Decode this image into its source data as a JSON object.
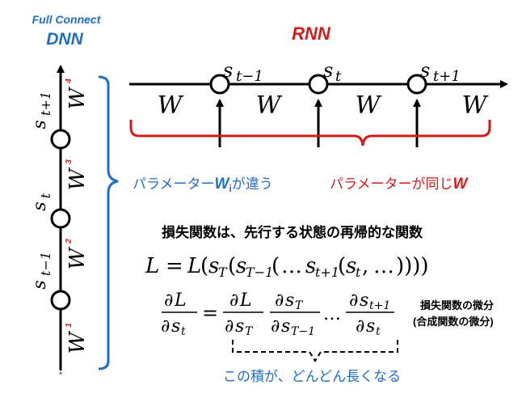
{
  "dnn": {
    "caption_line1": "Full Connect",
    "caption_line2": "DNN",
    "weights": [
      "W",
      "W",
      "W",
      "W"
    ],
    "weight_subs": [
      "1",
      "2",
      "3",
      "4"
    ],
    "state_labels": [
      "s",
      "s",
      "s"
    ],
    "state_subs": [
      "t−1",
      "t",
      "t+1"
    ],
    "bottom_mark": "ˆ",
    "bracket_text_prefix": "パラメーター",
    "bracket_text_symbol": "W",
    "bracket_text_sub": "i",
    "bracket_text_suffix": "が違う"
  },
  "rnn": {
    "title": "RNN",
    "weight": "W",
    "state_labels": [
      "s",
      "s",
      "s"
    ],
    "state_subs": [
      "t−1",
      "t",
      "t+1"
    ],
    "bracket_text_prefix": "パラメーターが同じ",
    "bracket_text_symbol": "W"
  },
  "math": {
    "statement": "損失関数は、先行する状態の再帰的な関数",
    "recursion": "L = L(sₜ(sₜ₋₁(…sₜ₊₁(sₜ, …))))",
    "chain_note_line1": "損失関数の微分",
    "chain_note_line2": "(合成関数の微分)",
    "product_note": "この積が、どんどん長くなる"
  },
  "colors": {
    "blue": "#1f6fc4",
    "red": "#d61a1a",
    "ink": "#000000"
  }
}
